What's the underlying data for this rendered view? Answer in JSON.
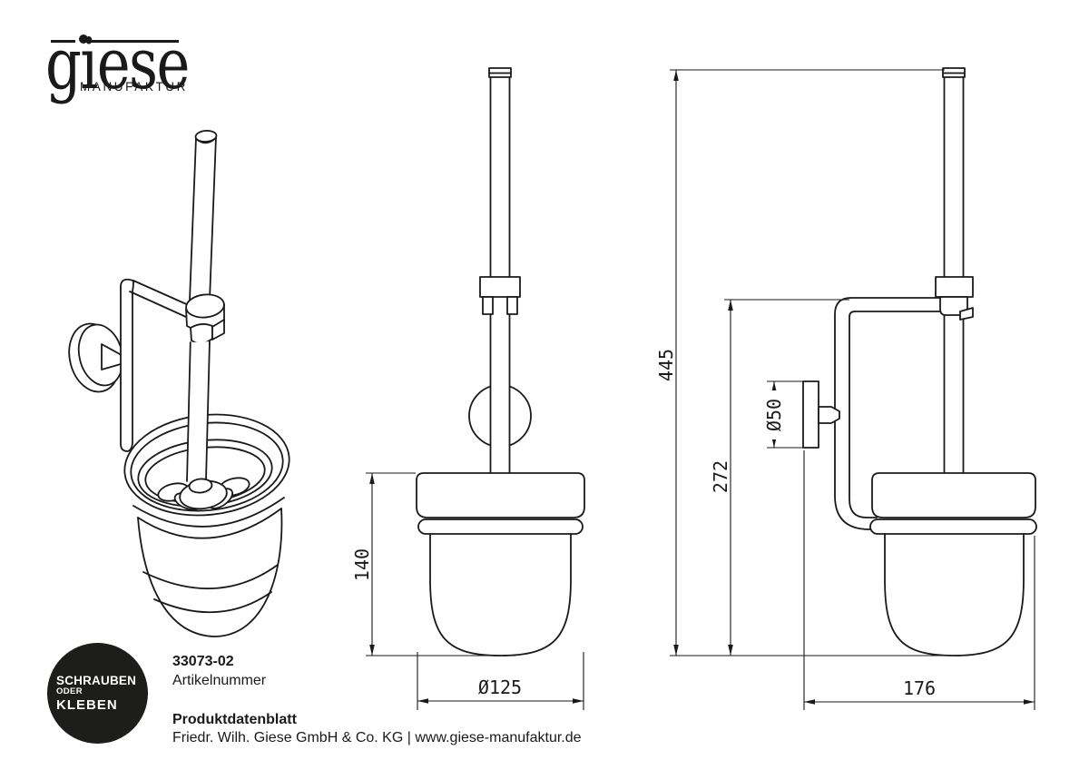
{
  "page": {
    "background": "#ffffff",
    "line_color": "#1a1a1a"
  },
  "logo": {
    "brand": "giese",
    "subtitle": "MANUFAKTUR"
  },
  "views": {
    "front": {
      "dim_height": "140",
      "dim_diameter": "Ø125"
    },
    "side": {
      "dim_total_height": "445",
      "dim_mount_height": "272",
      "dim_rosette": "Ø50",
      "dim_depth": "176"
    }
  },
  "badge": {
    "line1": "SCHRAUBEN",
    "line2": "ODER",
    "line3": "KLEBEN",
    "background": "#1d1d1b",
    "text_color": "#ffffff"
  },
  "product": {
    "article_number": "33073-02",
    "article_label": "Artikelnummer",
    "sheet_title": "Produktdatenblatt",
    "company_line": "Friedr. Wilh. Giese GmbH & Co. KG | www.giese-manufaktur.de"
  }
}
